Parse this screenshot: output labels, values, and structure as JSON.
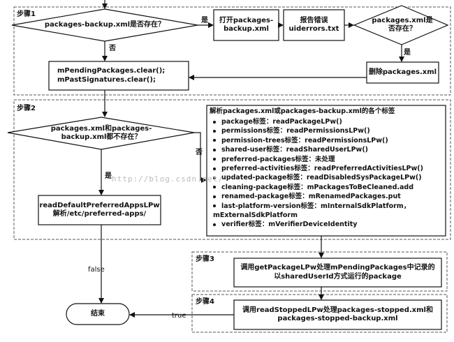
{
  "steps": {
    "step1": "步骤1",
    "step2": "步骤2",
    "step3": "步骤3",
    "step4": "步骤4"
  },
  "nodes": {
    "decision_backup_exists": "packages-backup.xml是否存在？",
    "open_backup": "打开packages-backup.xml",
    "report_error": "报告错误uiderrors.txt",
    "decision_packages_exists": "packages.xml是否存在？",
    "clear_pending": "mPendingPackages.clear();\nmPastSignatures.clear();",
    "delete_packages": "删除packages.xml",
    "decision_neither_exists": "packages.xml和packages-backup.xml都不存在？",
    "read_default_prefs": "readDefaultPreferredAppsLPw解析/etc/preferred-apps/",
    "parse_title": "解析packages.xml或packages-backup.xml的各个标签",
    "step3_text": "调用getPackageLPw处理mPendingPackages中记录的以sharedUserId方式运行的package",
    "step4_text": "调用readStoppedLPw处理packages-stopped.xml和packages-stopped-backup.xml",
    "end": "结束"
  },
  "parse_items": [
    "package标签：readPackageLPw()",
    "permissions标签：readPermissionsLPw()",
    "permission-trees标签：readPermissionsLPw()",
    "shared-user标签：readSharedUserLPw()",
    "preferred-packages标签：未处理",
    "preferred-activities标签：readPreferredActivitiesLPw()",
    "updated-package标签：readDisabledSysPackageLPw()",
    "cleaning-package标签：mPackagesToBeCleaned.add",
    "renamed-package标签：mRenamedPackages.put",
    "last-platform-version标签：mInternalSdkPlatform，mExternalSdkPlatform",
    "verifier标签：mVerifierDeviceIdentity"
  ],
  "edge_labels": {
    "yes1": "是",
    "no1": "否",
    "yes2": "是",
    "no2": "否",
    "yes3": "是",
    "false": "false",
    "true": "true"
  },
  "watermark": "http://blog.csdn.net/"
}
